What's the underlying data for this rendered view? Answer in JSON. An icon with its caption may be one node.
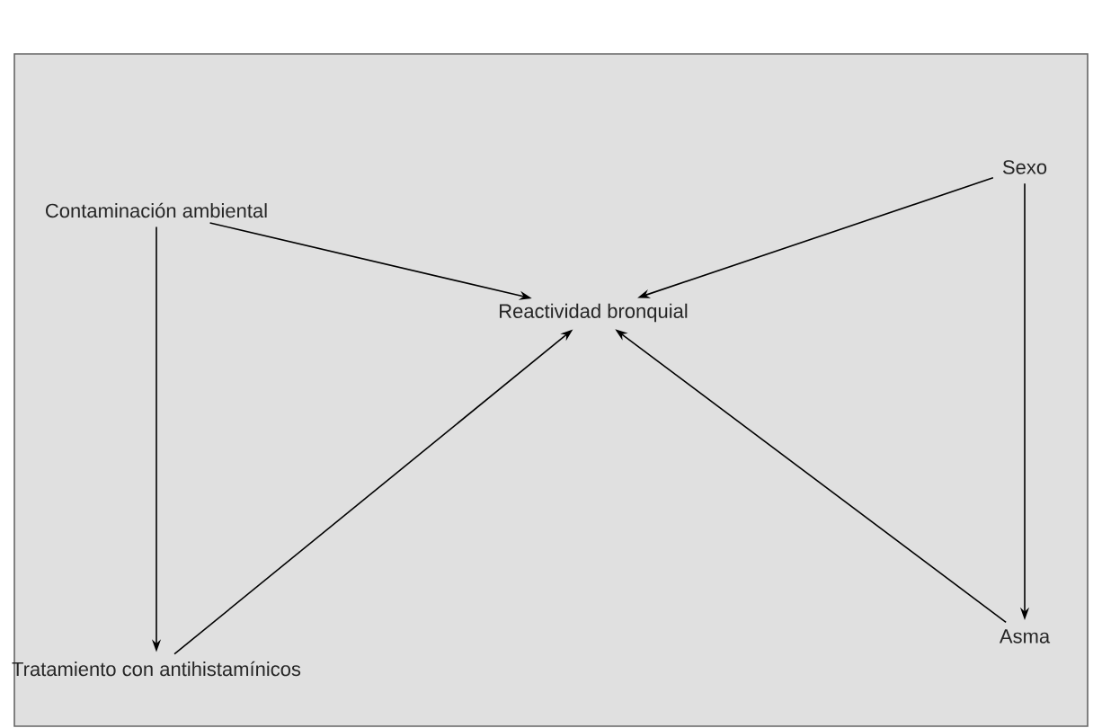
{
  "diagram": {
    "nodes": [
      {
        "text": [
          "Contaminación ambiental"
        ]
      },
      {
        "text": [
          "Sexo"
        ]
      },
      {
        "text": [
          "Reactividad bronquial"
        ]
      },
      {
        "text": [
          "Tratamiento con antihistamínicos"
        ]
      },
      {
        "text": [
          "Asma"
        ]
      }
    ],
    "edges": [
      {
        "from": 0,
        "to": 2,
        "arrow": "to"
      },
      {
        "from": 1,
        "to": 2,
        "arrow": "to"
      },
      {
        "from": 0,
        "to": 3,
        "arrow": "to"
      },
      {
        "from": 1,
        "to": 4,
        "arrow": "to"
      },
      {
        "from": 3,
        "to": 2,
        "arrow": "to"
      },
      {
        "from": 4,
        "to": 2,
        "arrow": "to"
      }
    ]
  }
}
